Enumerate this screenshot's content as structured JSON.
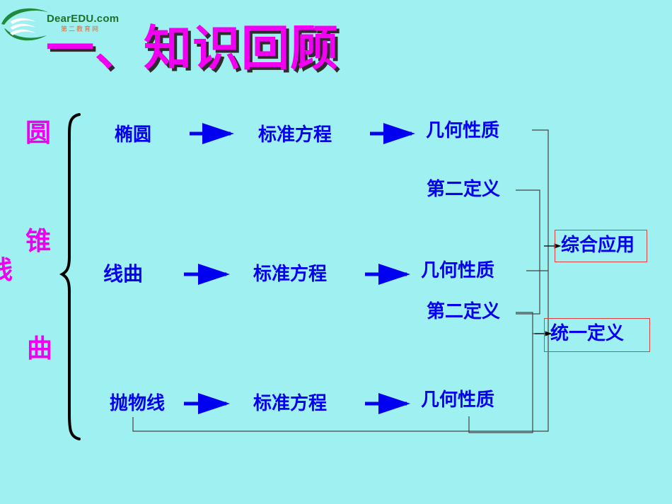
{
  "logo": {
    "name": "DearEDU.com",
    "subtitle": "第二教育网"
  },
  "title": "一、知识回顾",
  "side": {
    "circle": "圆",
    "cone": "锥",
    "curve": "曲",
    "line": "线"
  },
  "rows": [
    {
      "start": "椭圆",
      "middle": "标准方程",
      "end": "几何性质"
    },
    {
      "start": "线曲",
      "middle": "标准方程",
      "end": "几何性质"
    },
    {
      "start": "抛物线",
      "middle": "标准方程",
      "end": "几何性质"
    }
  ],
  "second_definition": [
    "第二定义",
    "第二定义"
  ],
  "results": {
    "application": "综合应用",
    "unified": "统一定义"
  },
  "colors": {
    "background": "#9ff0f0",
    "title": "#f200f2",
    "node": "#0000f0",
    "box": "#e04040"
  }
}
